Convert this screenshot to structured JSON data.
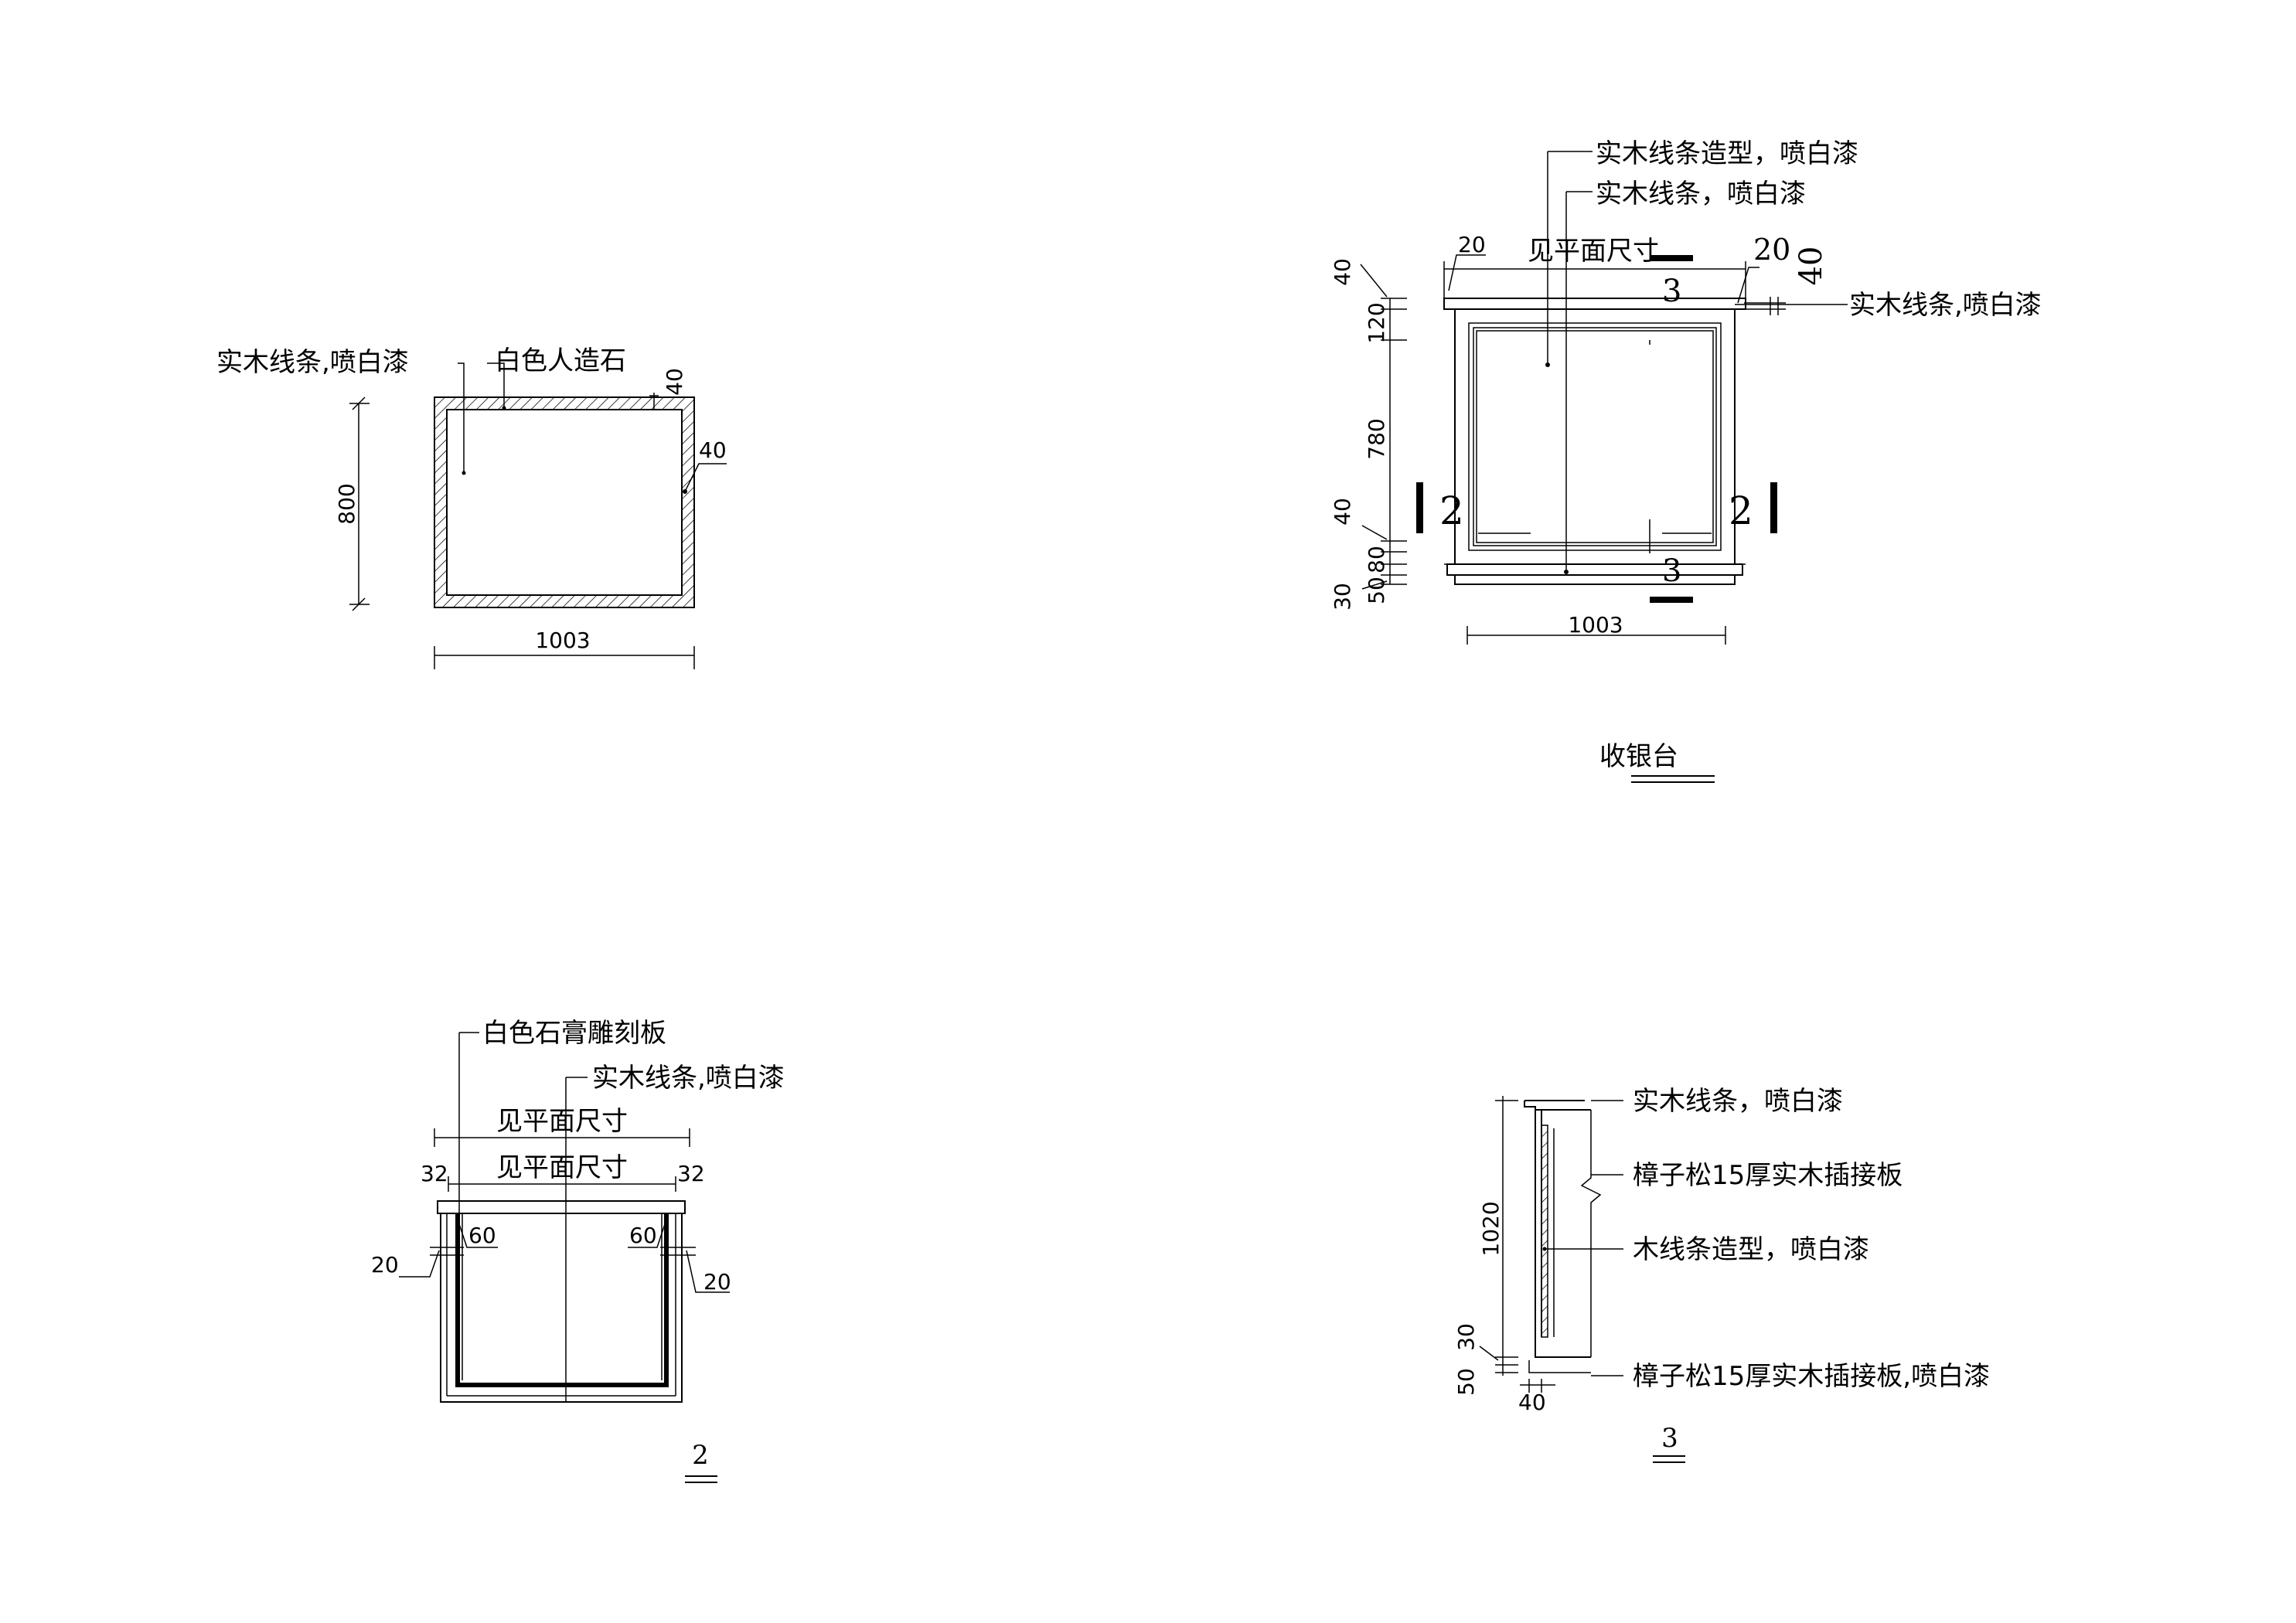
{
  "plan_view": {
    "label_wood_strip": "实木线条,喷白漆",
    "label_stone": "白色人造石",
    "dim_top_thickness": "40",
    "dim_side_thickness": "40",
    "dim_height": "800",
    "dim_width": "1003"
  },
  "elevation_view": {
    "label_wood_molding": "实木线条造型，喷白漆",
    "label_wood_strip": "实木线条，喷白漆",
    "label_wood_strip_right": "实木线条,喷白漆",
    "label_see_plan": "见平面尺寸",
    "dim_left_offset": "20",
    "dim_right_offset": "20",
    "dim_right_top": "40",
    "dim_top": "40",
    "dim_120": "120",
    "dim_780": "780",
    "dim_bottom_40": "40",
    "dim_80": "80",
    "dim_50": "50",
    "dim_30": "30",
    "dim_width": "1003",
    "section_mark_2": "2",
    "section_mark_3": "3",
    "title": "收银台"
  },
  "section_2": {
    "label_carved_board": "白色石膏雕刻板",
    "label_wood_strip": "实木线条,喷白漆",
    "label_see_plan_outer": "见平面尺寸",
    "label_see_plan_inner": "见平面尺寸",
    "dim_32_left": "32",
    "dim_32_right": "32",
    "dim_60_left": "60",
    "dim_60_right": "60",
    "dim_20_left": "20",
    "dim_20_right": "20",
    "caption": "2"
  },
  "section_3": {
    "label_wood_strip": "实木线条，喷白漆",
    "label_pine_board": "樟子松15厚实木插接板",
    "label_wood_molding": "木线条造型，喷白漆",
    "label_pine_board_paint": "樟子松15厚实木插接板,喷白漆",
    "dim_1020": "1020",
    "dim_30": "30",
    "dim_50": "50",
    "dim_40": "40",
    "caption": "3"
  }
}
